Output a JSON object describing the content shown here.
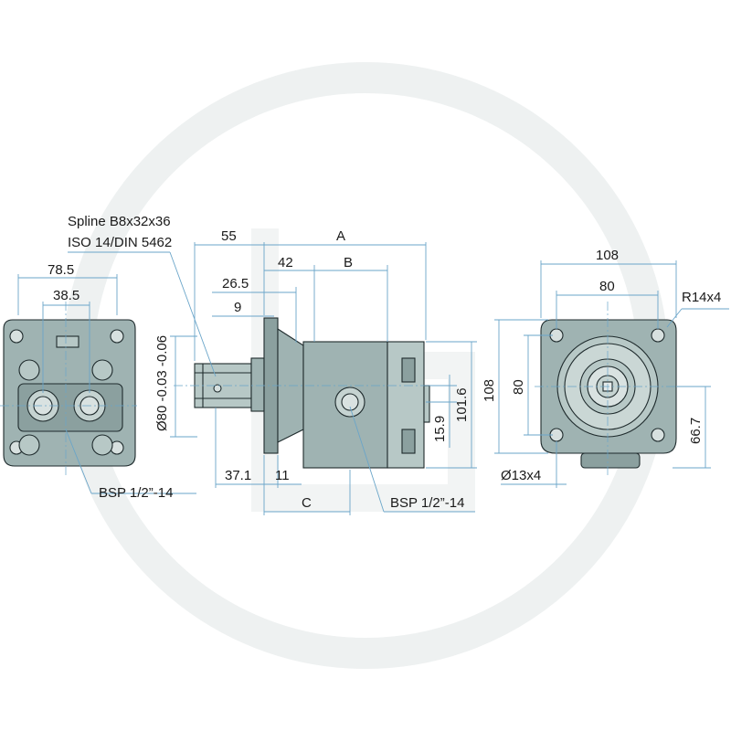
{
  "colors": {
    "part_body": "#9fb3b2",
    "part_light": "#b7c8c6",
    "part_dark": "#8ba09f",
    "dimension_line": "#6aa5c9",
    "watermark": "#eef1f1"
  },
  "notes": {
    "spline_line1": "Spline B8x32x36",
    "spline_line2": "ISO 14/DIN 5462",
    "port_left": "BSP 1/2”-14",
    "port_center": "BSP 1/2”-14",
    "radius": "R14x4",
    "holes": "Ø13x4"
  },
  "dimensions": {
    "left_view": {
      "width": "78.5",
      "port_spacing": "38.5"
    },
    "side_view": {
      "d55": "55",
      "dA": "A",
      "d42": "42",
      "dB": "B",
      "d26_5": "26.5",
      "d9": "9",
      "shaft_dia": "Ø80 -0.03 -0.06",
      "d37_1": "37.1",
      "d11": "11",
      "dC": "C",
      "d15_9": "15.9",
      "d101_6": "101.6"
    },
    "right_view": {
      "d108_top": "108",
      "d80_top": "80",
      "d108_left": "108",
      "d80_left": "80",
      "d66_7": "66.7"
    }
  }
}
